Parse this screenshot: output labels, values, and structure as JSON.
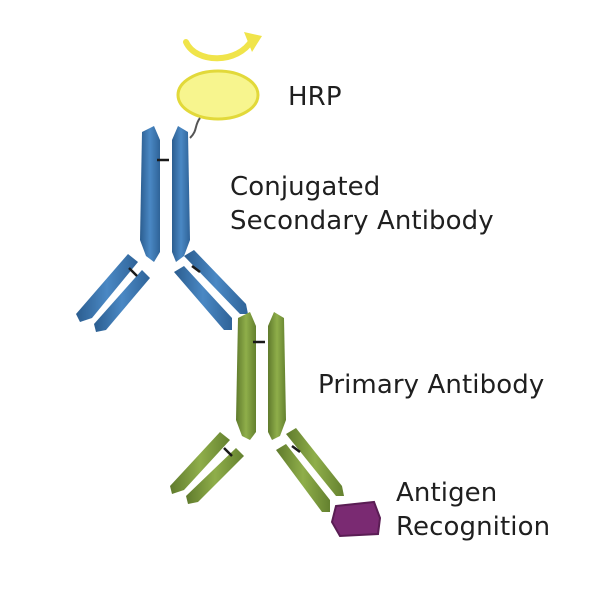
{
  "labels": {
    "hrp": "HRP",
    "secondary_line1": "Conjugated",
    "secondary_line2": "Secondary Antibody",
    "primary": "Primary Antibody",
    "antigen_line1": "Antigen",
    "antigen_line2": "Recognition"
  },
  "colors": {
    "background": "#ffffff",
    "hrp_fill": "#f7f58e",
    "hrp_stroke": "#e2d93a",
    "arrow": "#f0e44a",
    "secondary_antibody": "#3e78b2",
    "secondary_antibody_dark": "#2b5d8f",
    "primary_antibody": "#7c9b3d",
    "primary_antibody_dark": "#5f7a2c",
    "antigen": "#7a2a72",
    "antigen_dark": "#5a1d54",
    "disulfide_bond": "#1a1a1a",
    "label_text": "#1f1f1f"
  }
}
